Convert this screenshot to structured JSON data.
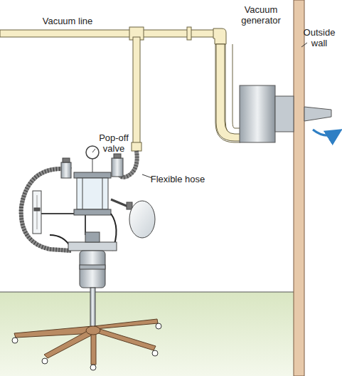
{
  "diagram": {
    "labels": [
      "Vacuum line",
      "Vacuum generator",
      "Outside wall",
      "Pop-off valve",
      "Flexible hose"
    ]
  }
}
